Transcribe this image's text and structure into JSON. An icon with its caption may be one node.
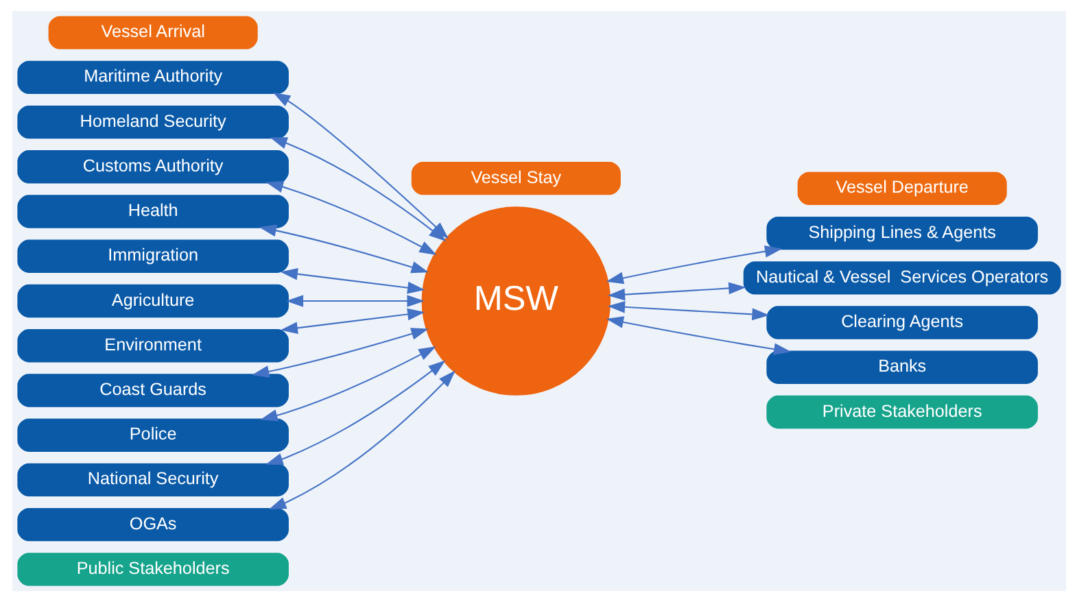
{
  "diagram": {
    "nodes": [
      {
        "text": [
          "Vessel Arrival"
        ]
      },
      {
        "text": [
          "Vessel Stay"
        ]
      },
      {
        "text": [
          "Vessel Departure"
        ]
      },
      {
        "text": [
          "Maritime Authority"
        ]
      },
      {
        "text": [
          "Homeland Security"
        ]
      },
      {
        "text": [
          "Customs Authority"
        ]
      },
      {
        "text": [
          "Health"
        ]
      },
      {
        "text": [
          "Immigration"
        ]
      },
      {
        "text": [
          "Agriculture"
        ]
      },
      {
        "text": [
          "Environment"
        ]
      },
      {
        "text": [
          "Coast Guards"
        ]
      },
      {
        "text": [
          "Police"
        ]
      },
      {
        "text": [
          "National Security"
        ]
      },
      {
        "text": [
          "OGAs"
        ]
      },
      {
        "text": [
          "MSW"
        ]
      },
      {
        "text": [
          "Shipping Lines & Agents"
        ]
      },
      {
        "text": [
          "Nautical & Vessel  Services Operators"
        ]
      },
      {
        "text": [
          "Clearing Agents"
        ]
      },
      {
        "text": [
          "Banks"
        ]
      },
      {
        "text": [
          "Public Stakeholders"
        ]
      },
      {
        "text": [
          "Private Stakeholders"
        ]
      }
    ],
    "edges": [
      {
        "from": 3,
        "to": 14,
        "arrow": "both"
      },
      {
        "from": 4,
        "to": 14,
        "arrow": "both"
      },
      {
        "from": 5,
        "to": 14,
        "arrow": "both"
      },
      {
        "from": 6,
        "to": 14,
        "arrow": "both"
      },
      {
        "from": 7,
        "to": 14,
        "arrow": "both"
      },
      {
        "from": 8,
        "to": 14,
        "arrow": "both"
      },
      {
        "from": 9,
        "to": 14,
        "arrow": "both"
      },
      {
        "from": 10,
        "to": 14,
        "arrow": "both"
      },
      {
        "from": 11,
        "to": 14,
        "arrow": "both"
      },
      {
        "from": 12,
        "to": 14,
        "arrow": "both"
      },
      {
        "from": 13,
        "to": 14,
        "arrow": "both"
      },
      {
        "from": 14,
        "to": 15,
        "arrow": "both"
      },
      {
        "from": 14,
        "to": 16,
        "arrow": "both"
      },
      {
        "from": 14,
        "to": 17,
        "arrow": "both"
      },
      {
        "from": 14,
        "to": 18,
        "arrow": "both"
      }
    ]
  }
}
